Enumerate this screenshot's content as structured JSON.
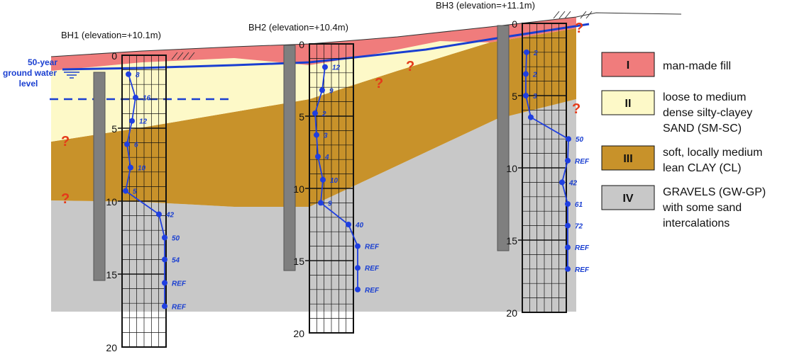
{
  "boreholes": [
    {
      "id": "bh1",
      "label": "BH1 (elevation=+10.1m)",
      "depth_ticks": [
        "0",
        "5",
        "10",
        "15",
        "20"
      ],
      "spt": [
        {
          "depth": 1.3,
          "n": "8"
        },
        {
          "depth": 2.9,
          "n": "16"
        },
        {
          "depth": 4.5,
          "n": "12"
        },
        {
          "depth": 6.1,
          "n": "6"
        },
        {
          "depth": 7.7,
          "n": "10"
        },
        {
          "depth": 9.3,
          "n": "5"
        },
        {
          "depth": 10.9,
          "n": "42"
        },
        {
          "depth": 12.5,
          "n": "50"
        },
        {
          "depth": 14.0,
          "n": "54"
        },
        {
          "depth": 15.6,
          "n": "REF"
        },
        {
          "depth": 17.2,
          "n": "REF"
        }
      ]
    },
    {
      "id": "bh2",
      "label": "BH2 (elevation=+10.4m)",
      "depth_ticks": [
        "0",
        "5",
        "10",
        "15",
        "20"
      ],
      "spt": [
        {
          "depth": 1.6,
          "n": "12"
        },
        {
          "depth": 3.2,
          "n": "9"
        },
        {
          "depth": 4.8,
          "n": "2"
        },
        {
          "depth": 6.3,
          "n": "3"
        },
        {
          "depth": 7.8,
          "n": "4"
        },
        {
          "depth": 9.4,
          "n": "10"
        },
        {
          "depth": 11.0,
          "n": "9"
        },
        {
          "depth": 12.5,
          "n": "40"
        },
        {
          "depth": 14.0,
          "n": "REF"
        },
        {
          "depth": 15.5,
          "n": "REF"
        },
        {
          "depth": 17.0,
          "n": "REF"
        }
      ]
    },
    {
      "id": "bh3",
      "label": "BH3 (elevation=+11.1m)",
      "depth_ticks": [
        "0",
        "5",
        "10",
        "15",
        "20"
      ],
      "spt": [
        {
          "depth": 2.0,
          "n": "2"
        },
        {
          "depth": 3.5,
          "n": "2"
        },
        {
          "depth": 5.0,
          "n": "3"
        },
        {
          "depth": 6.5,
          "n": ""
        },
        {
          "depth": 8.0,
          "n": "50"
        },
        {
          "depth": 9.5,
          "n": "REF"
        },
        {
          "depth": 11.0,
          "n": "42"
        },
        {
          "depth": 12.5,
          "n": "61"
        },
        {
          "depth": 14.0,
          "n": "72"
        },
        {
          "depth": 15.5,
          "n": "REF"
        },
        {
          "depth": 17.0,
          "n": "REF"
        }
      ]
    }
  ],
  "groundwater_label": [
    "50-year",
    "ground water",
    "level"
  ],
  "question_mark": "?",
  "legend": [
    {
      "roman": "I",
      "lines": [
        "man-made fill"
      ],
      "color": "#f07c7c"
    },
    {
      "roman": "II",
      "lines": [
        "loose to medium",
        "dense silty-clayey",
        "SAND (SM-SC)"
      ],
      "color": "#fdf9c8"
    },
    {
      "roman": "III",
      "lines": [
        "soft, locally medium",
        "lean CLAY (CL)"
      ],
      "color": "#c8922a"
    },
    {
      "roman": "IV",
      "lines": [
        "GRAVELS (GW-GP)",
        "with some sand",
        "intercalations"
      ],
      "color": "#c8c8c8"
    }
  ],
  "colors": {
    "fill": "#f07c7c",
    "sand": "#fdf9c8",
    "clay": "#c8922a",
    "gravel": "#c8c8c8",
    "spt": "#1f3fe0",
    "water": "#1a3fd1",
    "question": "#e53a1a",
    "casing": "#7f7f7f"
  }
}
